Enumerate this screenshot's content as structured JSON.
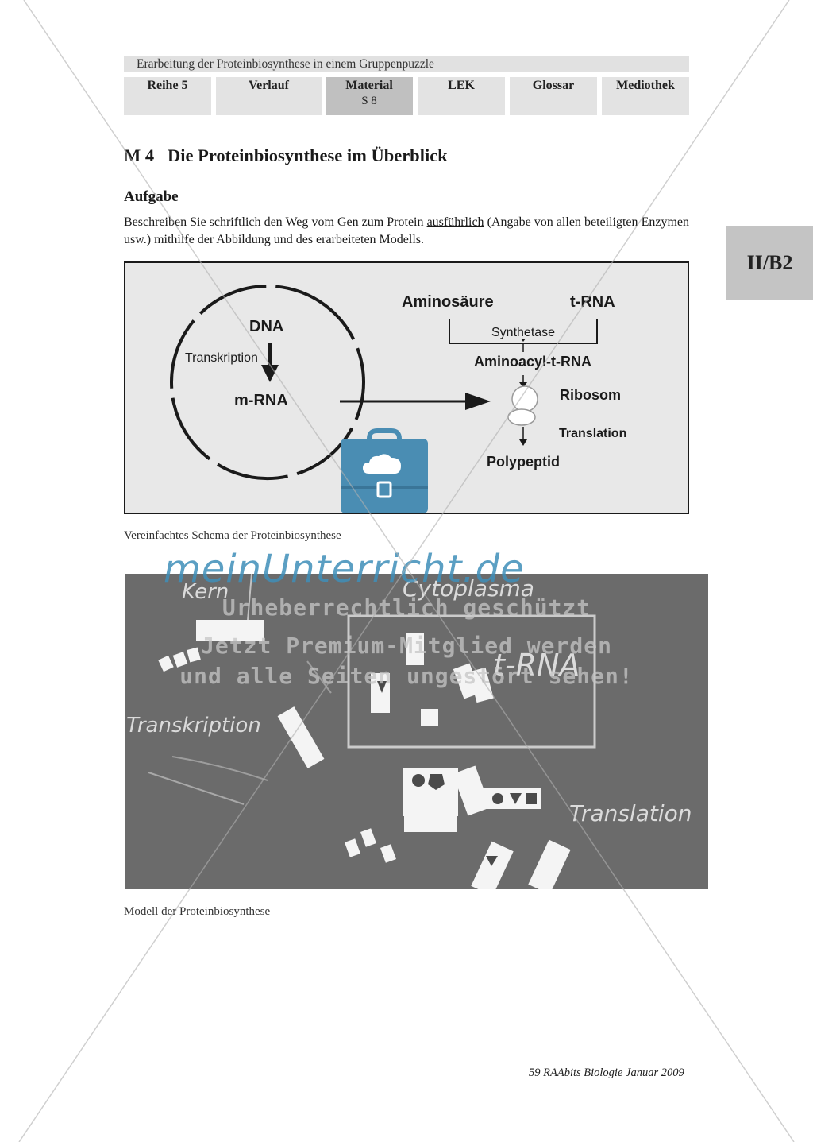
{
  "header": {
    "title": "Erarbeitung der Proteinbiosynthese in einem Gruppenpuzzle",
    "tabs": [
      {
        "label": "Reihe 5",
        "sub": ""
      },
      {
        "label": "Verlauf",
        "sub": ""
      },
      {
        "label": "Material",
        "sub": "S 8"
      },
      {
        "label": "LEK",
        "sub": ""
      },
      {
        "label": "Glossar",
        "sub": ""
      },
      {
        "label": "Mediothek",
        "sub": ""
      }
    ]
  },
  "side_tab": "II/B2",
  "section": {
    "number": "M 4",
    "title": "Die Proteinbiosynthese im Überblick",
    "task_heading": "Aufgabe",
    "task_before": "Beschreiben Sie schriftlich den Weg vom Gen zum Protein ",
    "task_underlined": "ausführlich",
    "task_after": " (Angabe von allen beteiligten Enzymen usw.) mithilfe der Abbildung und des erarbeiteten Modells."
  },
  "diagram": {
    "dna": "DNA",
    "transcription": "Transkription",
    "mrna": "m-RNA",
    "amino_acid": "Aminosäure",
    "trna": "t-RNA",
    "synthetase": "Synthetase",
    "aminoacyl": "Aminoacyl-t-RNA",
    "ribosome": "Ribosom",
    "translation": "Translation",
    "polypeptide": "Polypeptid",
    "caption": "Vereinfachtes Schema der Proteinbiosynthese"
  },
  "photo": {
    "chalk_kern": "Kern",
    "chalk_cytoplasma": "Cytoplasma",
    "chalk_trna": "t-RNA",
    "chalk_transkription": "Transkription",
    "chalk_translation": "Translation",
    "caption": "Modell der Proteinbiosynthese"
  },
  "footer": "59 RAAbits Biologie Januar 2009",
  "watermark": {
    "brand": "meinUnterricht.de",
    "line1": "Urheberrechtlich geschützt",
    "line2": "Jetzt Premium-Mitglied werden",
    "line3": "und alle Seiten ungestört sehen!"
  },
  "colors": {
    "watermark_blue": "#4a8db3",
    "tab_active": "#c0c0c0",
    "tab_default": "#e3e3e3"
  }
}
